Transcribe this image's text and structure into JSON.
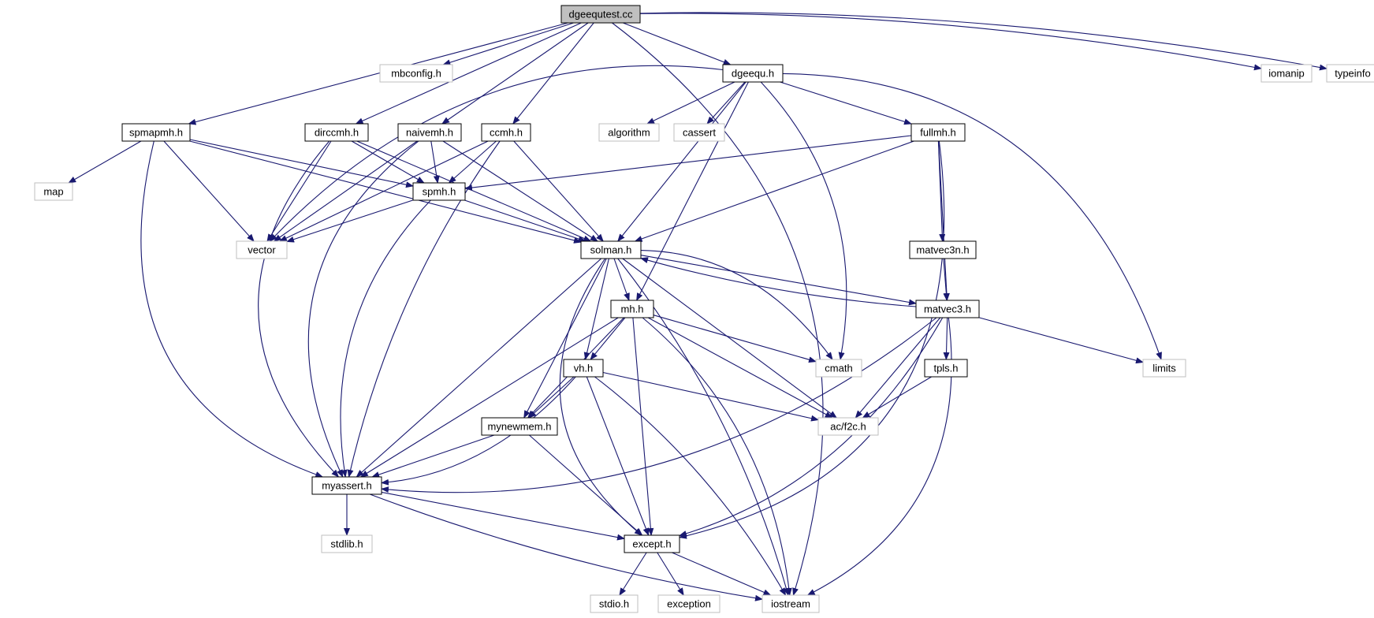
{
  "diagram": {
    "colors": {
      "edge": "#191970",
      "root_fill": "#bfbfbf",
      "doc_border": "#000000",
      "system_border": "#bfbfbf",
      "node_fill": "#ffffff"
    },
    "nodes": [
      {
        "id": "dgeequtest_cc",
        "label": "dgeequtest.cc",
        "kind": "root"
      },
      {
        "id": "mbconfig_h",
        "label": "mbconfig.h",
        "kind": "system"
      },
      {
        "id": "dgeequ_h",
        "label": "dgeequ.h",
        "kind": "doc"
      },
      {
        "id": "iomanip",
        "label": "iomanip",
        "kind": "system"
      },
      {
        "id": "typeinfo",
        "label": "typeinfo",
        "kind": "system"
      },
      {
        "id": "spmapmh_h",
        "label": "spmapmh.h",
        "kind": "doc"
      },
      {
        "id": "dirccmh_h",
        "label": "dirccmh.h",
        "kind": "doc"
      },
      {
        "id": "naivemh_h",
        "label": "naivemh.h",
        "kind": "doc"
      },
      {
        "id": "ccmh_h",
        "label": "ccmh.h",
        "kind": "doc"
      },
      {
        "id": "algorithm",
        "label": "algorithm",
        "kind": "system"
      },
      {
        "id": "cassert",
        "label": "cassert",
        "kind": "system"
      },
      {
        "id": "fullmh_h",
        "label": "fullmh.h",
        "kind": "doc"
      },
      {
        "id": "map",
        "label": "map",
        "kind": "system"
      },
      {
        "id": "spmh_h",
        "label": "spmh.h",
        "kind": "doc"
      },
      {
        "id": "vector",
        "label": "vector",
        "kind": "system"
      },
      {
        "id": "solman_h",
        "label": "solman.h",
        "kind": "doc"
      },
      {
        "id": "matvec3n_h",
        "label": "matvec3n.h",
        "kind": "doc"
      },
      {
        "id": "mh_h",
        "label": "mh.h",
        "kind": "doc"
      },
      {
        "id": "matvec3_h",
        "label": "matvec3.h",
        "kind": "doc"
      },
      {
        "id": "vh_h",
        "label": "vh.h",
        "kind": "doc"
      },
      {
        "id": "cmath",
        "label": "cmath",
        "kind": "system"
      },
      {
        "id": "tpls_h",
        "label": "tpls.h",
        "kind": "doc"
      },
      {
        "id": "limits",
        "label": "limits",
        "kind": "system"
      },
      {
        "id": "ac_f2c_h",
        "label": "ac/f2c.h",
        "kind": "system"
      },
      {
        "id": "mynewmem_h",
        "label": "mynewmem.h",
        "kind": "doc"
      },
      {
        "id": "myassert_h",
        "label": "myassert.h",
        "kind": "doc"
      },
      {
        "id": "except_h",
        "label": "except.h",
        "kind": "doc"
      },
      {
        "id": "stdlib_h",
        "label": "stdlib.h",
        "kind": "system"
      },
      {
        "id": "stdio_h",
        "label": "stdio.h",
        "kind": "system"
      },
      {
        "id": "exception",
        "label": "exception",
        "kind": "system"
      },
      {
        "id": "iostream",
        "label": "iostream",
        "kind": "system"
      }
    ],
    "edges": [
      [
        "dgeequtest_cc",
        "mbconfig_h"
      ],
      [
        "dgeequtest_cc",
        "dgeequ_h"
      ],
      [
        "dgeequtest_cc",
        "iomanip"
      ],
      [
        "dgeequtest_cc",
        "typeinfo"
      ],
      [
        "dgeequtest_cc",
        "spmapmh_h"
      ],
      [
        "dgeequtest_cc",
        "dirccmh_h"
      ],
      [
        "dgeequtest_cc",
        "naivemh_h"
      ],
      [
        "dgeequtest_cc",
        "ccmh_h"
      ],
      [
        "dgeequtest_cc",
        "iostream"
      ],
      [
        "dgeequ_h",
        "algorithm"
      ],
      [
        "dgeequ_h",
        "cassert"
      ],
      [
        "dgeequ_h",
        "fullmh_h"
      ],
      [
        "dgeequ_h",
        "vector"
      ],
      [
        "dgeequ_h",
        "solman_h"
      ],
      [
        "dgeequ_h",
        "mh_h"
      ],
      [
        "dgeequ_h",
        "cmath"
      ],
      [
        "dgeequ_h",
        "limits"
      ],
      [
        "spmapmh_h",
        "map"
      ],
      [
        "spmapmh_h",
        "vector"
      ],
      [
        "spmapmh_h",
        "spmh_h"
      ],
      [
        "spmapmh_h",
        "solman_h"
      ],
      [
        "spmapmh_h",
        "myassert_h"
      ],
      [
        "dirccmh_h",
        "vector"
      ],
      [
        "dirccmh_h",
        "spmh_h"
      ],
      [
        "dirccmh_h",
        "solman_h"
      ],
      [
        "dirccmh_h",
        "myassert_h"
      ],
      [
        "naivemh_h",
        "vector"
      ],
      [
        "naivemh_h",
        "spmh_h"
      ],
      [
        "naivemh_h",
        "solman_h"
      ],
      [
        "naivemh_h",
        "myassert_h"
      ],
      [
        "ccmh_h",
        "vector"
      ],
      [
        "ccmh_h",
        "spmh_h"
      ],
      [
        "ccmh_h",
        "solman_h"
      ],
      [
        "ccmh_h",
        "myassert_h"
      ],
      [
        "fullmh_h",
        "spmh_h"
      ],
      [
        "fullmh_h",
        "solman_h"
      ],
      [
        "fullmh_h",
        "matvec3n_h"
      ],
      [
        "fullmh_h",
        "matvec3_h"
      ],
      [
        "fullmh_h",
        "except_h"
      ],
      [
        "spmh_h",
        "vector"
      ],
      [
        "spmh_h",
        "solman_h"
      ],
      [
        "spmh_h",
        "myassert_h"
      ],
      [
        "solman_h",
        "mh_h"
      ],
      [
        "solman_h",
        "vh_h"
      ],
      [
        "solman_h",
        "matvec3_h"
      ],
      [
        "solman_h",
        "cmath"
      ],
      [
        "solman_h",
        "ac_f2c_h"
      ],
      [
        "solman_h",
        "mynewmem_h"
      ],
      [
        "solman_h",
        "myassert_h"
      ],
      [
        "solman_h",
        "except_h"
      ],
      [
        "solman_h",
        "iostream"
      ],
      [
        "matvec3n_h",
        "matvec3_h"
      ],
      [
        "matvec3_h",
        "solman_h"
      ],
      [
        "matvec3_h",
        "tpls_h"
      ],
      [
        "matvec3_h",
        "limits"
      ],
      [
        "matvec3_h",
        "ac_f2c_h"
      ],
      [
        "matvec3_h",
        "myassert_h"
      ],
      [
        "matvec3_h",
        "except_h"
      ],
      [
        "matvec3_h",
        "iostream"
      ],
      [
        "mh_h",
        "vh_h"
      ],
      [
        "mh_h",
        "cmath"
      ],
      [
        "mh_h",
        "ac_f2c_h"
      ],
      [
        "mh_h",
        "mynewmem_h"
      ],
      [
        "mh_h",
        "myassert_h"
      ],
      [
        "mh_h",
        "except_h"
      ],
      [
        "mh_h",
        "iostream"
      ],
      [
        "vh_h",
        "ac_f2c_h"
      ],
      [
        "vh_h",
        "mynewmem_h"
      ],
      [
        "vh_h",
        "myassert_h"
      ],
      [
        "vh_h",
        "except_h"
      ],
      [
        "vh_h",
        "iostream"
      ],
      [
        "tpls_h",
        "ac_f2c_h"
      ],
      [
        "mynewmem_h",
        "myassert_h"
      ],
      [
        "mynewmem_h",
        "except_h"
      ],
      [
        "myassert_h",
        "stdlib_h"
      ],
      [
        "myassert_h",
        "except_h"
      ],
      [
        "myassert_h",
        "iostream"
      ],
      [
        "except_h",
        "stdio_h"
      ],
      [
        "except_h",
        "exception"
      ],
      [
        "except_h",
        "iostream"
      ]
    ]
  }
}
